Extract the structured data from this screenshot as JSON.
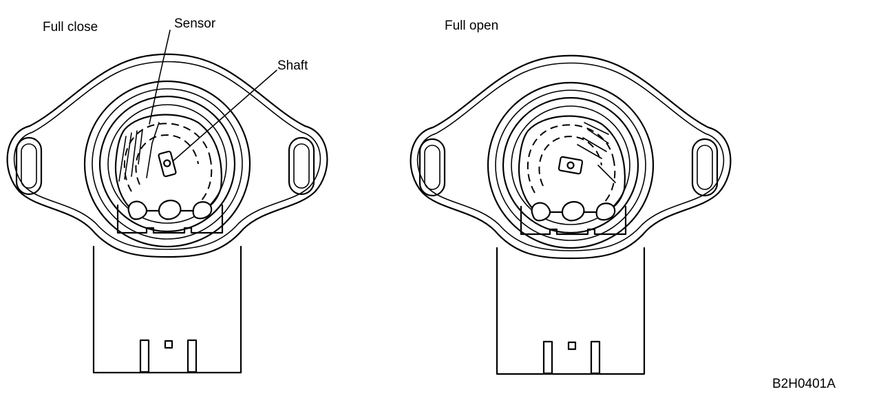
{
  "labels": {
    "left_title": "Full close",
    "right_title": "Full open",
    "sensor": "Sensor",
    "shaft": "Shaft",
    "figure_code": "B2H0401A"
  },
  "colors": {
    "ink": "#000000",
    "paper": "#ffffff"
  },
  "sensors": [
    {
      "state": "full-close",
      "shaft_rotation_deg": -15
    },
    {
      "state": "full-open",
      "shaft_rotation_deg": 10
    }
  ]
}
